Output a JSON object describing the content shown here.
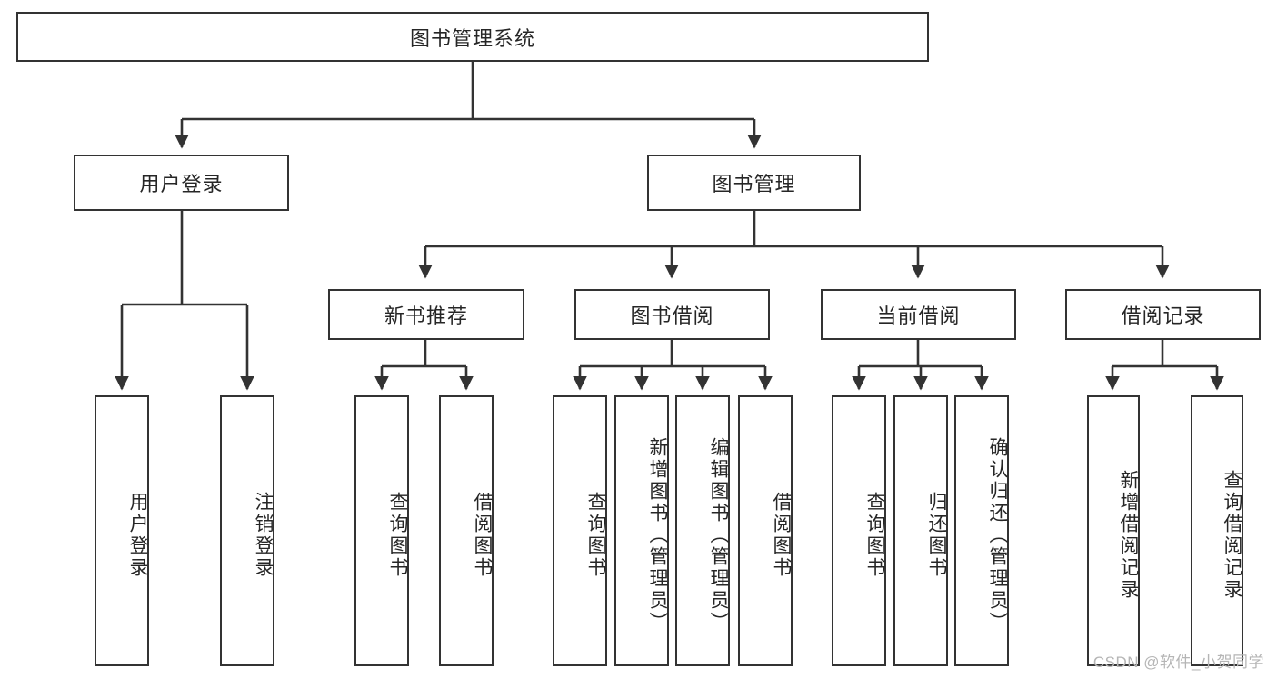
{
  "diagram": {
    "title": "图书管理系统",
    "type": "tree-hierarchy-chart",
    "watermark": "CSDN @软件_小贺同学",
    "colors": {
      "box_border": "#333333",
      "box_fill": "#ffffff",
      "text": "#262626",
      "connector": "#333333",
      "watermark": "#b5b5b5",
      "background": "#ffffff"
    },
    "root": {
      "label": "图书管理系统"
    },
    "level2": [
      {
        "label": "用户登录"
      },
      {
        "label": "图书管理"
      }
    ],
    "level3": [
      {
        "label": "新书推荐"
      },
      {
        "label": "图书借阅"
      },
      {
        "label": "当前借阅"
      },
      {
        "label": "借阅记录"
      }
    ],
    "leaves": {
      "user_login": [
        {
          "label": "用户登录"
        },
        {
          "label": "注销登录"
        }
      ],
      "new_book_recommend": [
        {
          "label": "查询图书"
        },
        {
          "label": "借阅图书"
        }
      ],
      "book_borrow": [
        {
          "label": "查询图书"
        },
        {
          "label": "新增图书（管理员）"
        },
        {
          "label": "编辑图书（管理员）"
        },
        {
          "label": "借阅图书"
        }
      ],
      "current_borrow": [
        {
          "label": "查询图书"
        },
        {
          "label": "归还图书"
        },
        {
          "label": "确认归还（管理员）"
        }
      ],
      "borrow_record": [
        {
          "label": "新增借阅记录"
        },
        {
          "label": "查询借阅记录"
        }
      ]
    }
  }
}
